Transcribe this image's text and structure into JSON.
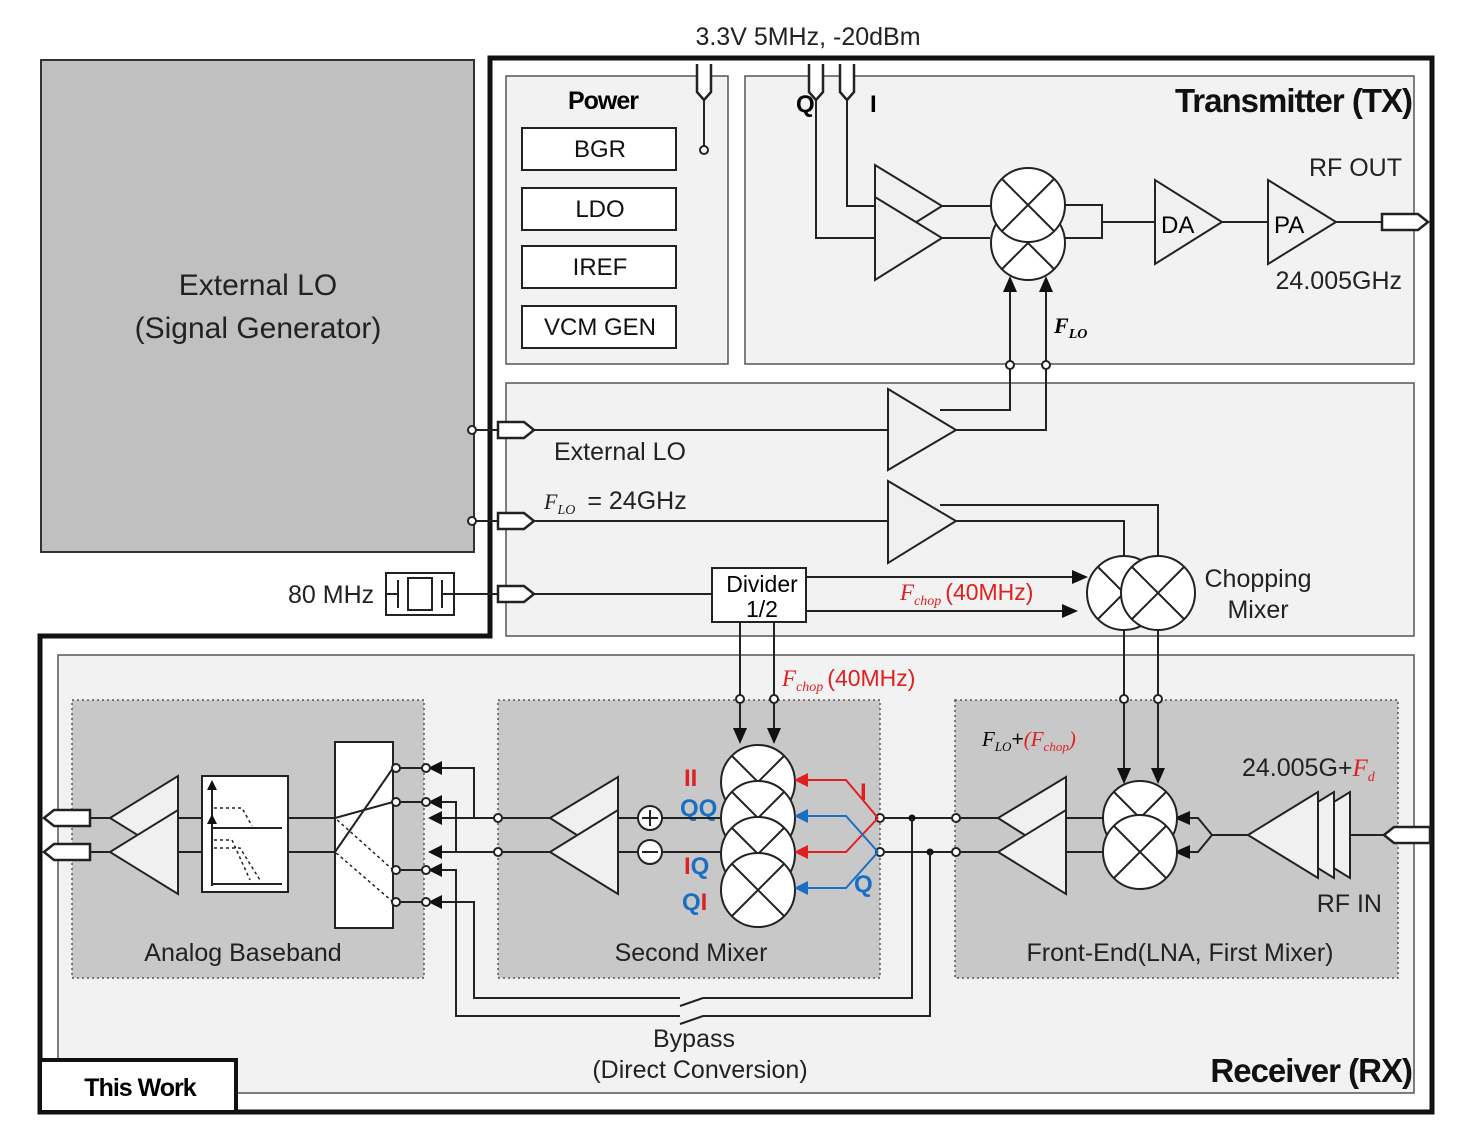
{
  "top_supply": "3.3V  5MHz, -20dBm",
  "external_lo": {
    "line1": "External LO",
    "line2": "(Signal Generator)"
  },
  "power": {
    "title": "Power",
    "blocks": [
      "BGR",
      "LDO",
      "IREF",
      "VCM GEN"
    ]
  },
  "tx": {
    "title": "Transmitter (TX)",
    "q_label": "Q",
    "i_label": "I",
    "da": "DA",
    "pa": "PA",
    "rf_out": "RF OUT",
    "freq": "24.005GHz",
    "flo": "F",
    "flo_sub": "LO"
  },
  "lo_section": {
    "external_lo": "External LO",
    "flo_prefix": "F",
    "flo_sub": "LO",
    "flo_value": "= 24GHz",
    "crystal": "80 MHz",
    "divider_line1": "Divider",
    "divider_line2": "1/2",
    "fchop_label": "F",
    "fchop_sub": "chop",
    "fchop_value": "(40MHz)",
    "chopping_line1": "Chopping",
    "chopping_line2": "Mixer"
  },
  "rx": {
    "title": "Receiver (RX)",
    "analog_baseband": "Analog Baseband",
    "second_mixer": "Second Mixer",
    "front_end": "Front-End(LNA, First Mixer)",
    "rf_in": "RF IN",
    "rx_freq_prefix": "24.005G+",
    "rx_freq_sym": "F",
    "rx_freq_sub": "d",
    "flo_plus": "F",
    "flo_plus_sub": "LO",
    "flo_plus_chop": "(F",
    "flo_plus_chop_sub": "chop",
    "flo_plus_chop_end": ")",
    "fchop_label": "F",
    "fchop_sub": "chop",
    "fchop_value": "(40MHz)",
    "mix_ii": "II",
    "mix_qq": "QQ",
    "mix_iq": "IQ",
    "mix_qi": "QI",
    "i_arrow": "I",
    "q_arrow": "Q",
    "bypass_line1": "Bypass",
    "bypass_line2": "(Direct Conversion)"
  },
  "this_work": "This Work",
  "colors": {
    "red": "#e02020",
    "blue": "#1a6fc4",
    "gray_block": "#c0c0c0",
    "panel": "#f2f2f2",
    "dotted_panel": "#c8c8c8"
  }
}
